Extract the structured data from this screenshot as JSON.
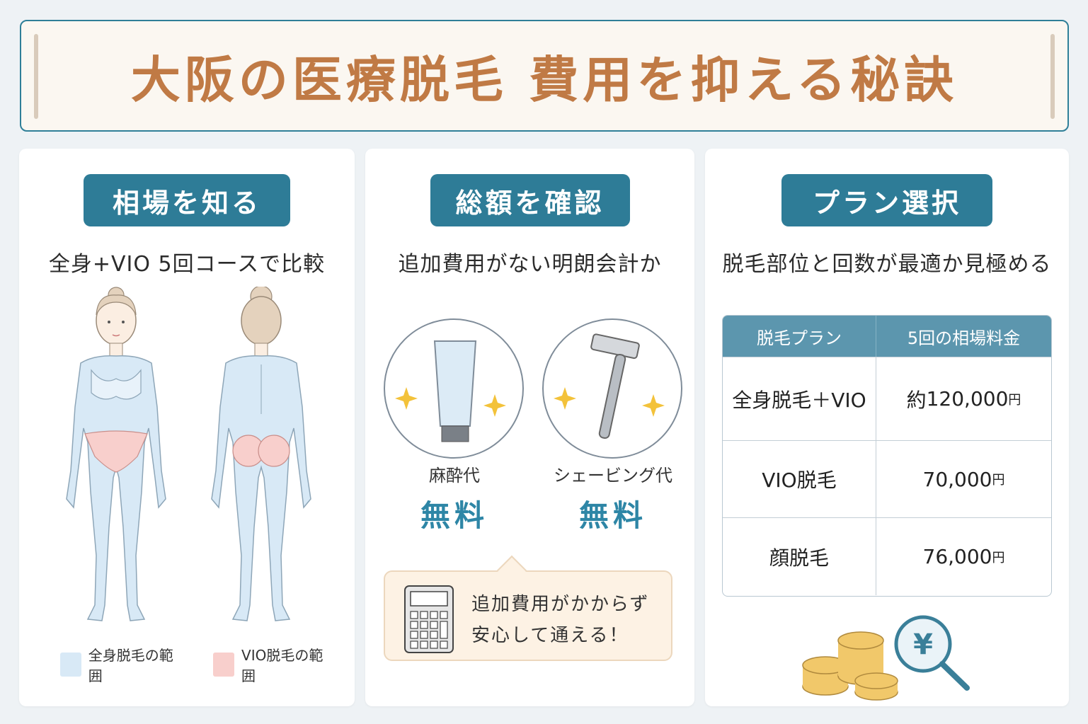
{
  "title": "大阪の医療脱毛 費用を抑える秘訣",
  "panels": {
    "market": {
      "pill": "相場を知る",
      "subtitle": "全身+VIO 5回コースで比較",
      "legend": [
        {
          "label": "全身脱毛の範囲",
          "color": "#d8e9f6"
        },
        {
          "label": "VIO脱毛の範囲",
          "color": "#f8cfcc"
        }
      ]
    },
    "total": {
      "pill": "総額を確認",
      "subtitle": "追加費用がない明朗会計か",
      "items": [
        {
          "label": "麻酔代",
          "value": "無料",
          "icon": "cream-tube-icon"
        },
        {
          "label": "シェービング代",
          "value": "無料",
          "icon": "razor-icon"
        }
      ],
      "bubble_line1": "追加費用がかからず",
      "bubble_line2": "安心して通える！"
    },
    "plan": {
      "pill": "プラン選択",
      "subtitle": "脱毛部位と回数が最適か見極める",
      "table": {
        "headers": [
          "脱毛プラン",
          "5回の相場料金"
        ],
        "rows": [
          {
            "plan": "全身脱毛＋VIO",
            "prefix": "約 ",
            "amount": "120,000",
            "unit": "円"
          },
          {
            "plan": "VIO脱毛",
            "prefix": "",
            "amount": "70,000",
            "unit": "円"
          },
          {
            "plan": "顔脱毛",
            "prefix": "",
            "amount": "76,000",
            "unit": "円"
          }
        ]
      }
    }
  },
  "colors": {
    "title": "#c07a45",
    "accent": "#2e7c97",
    "free_text": "#2e86a6",
    "body_fill": "#d8e9f6",
    "vio_fill": "#f8cfcc"
  }
}
